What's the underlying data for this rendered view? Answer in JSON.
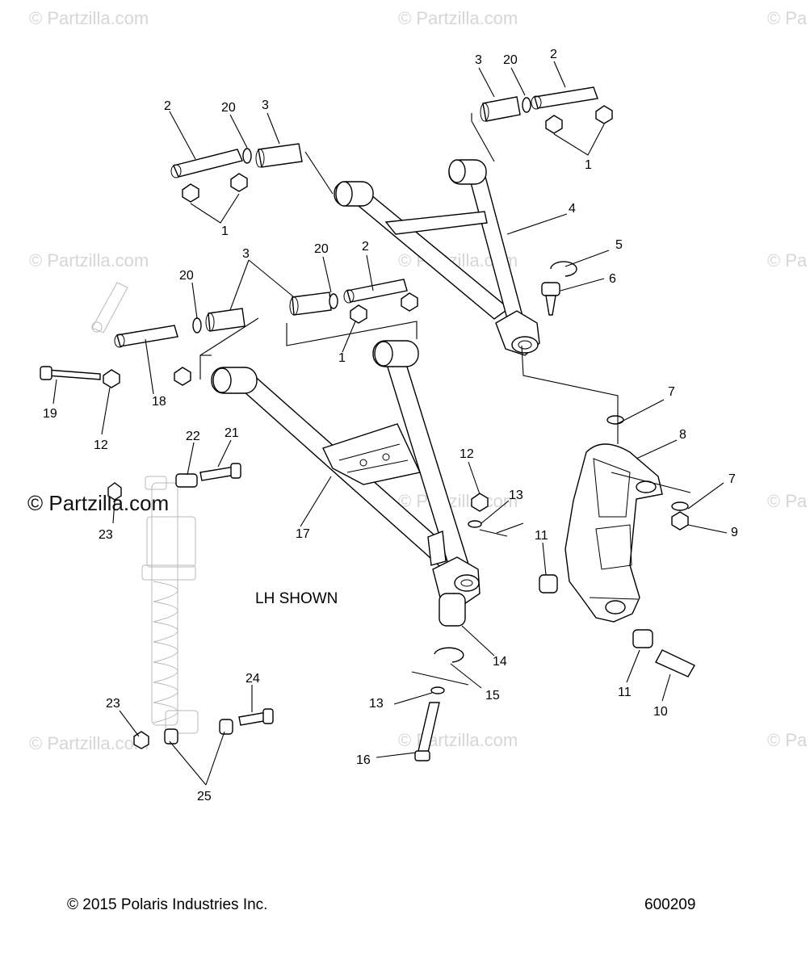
{
  "watermarks": {
    "light": "© Partzilla.com",
    "light_cut": "© Pa",
    "dark": "© Partzilla.com"
  },
  "view_label": "LH SHOWN",
  "footer": {
    "copyright": "© 2015 Polaris Industries Inc.",
    "diagram_number": "600209"
  },
  "callouts": {
    "c1a": "1",
    "c1b": "1",
    "c1c": "1",
    "c2a": "2",
    "c2b": "2",
    "c2c": "2",
    "c3a": "3",
    "c3b": "3",
    "c3c": "3",
    "c4": "4",
    "c5": "5",
    "c6": "6",
    "c7a": "7",
    "c7b": "7",
    "c8": "8",
    "c9": "9",
    "c10": "10",
    "c11a": "11",
    "c11b": "11",
    "c12a": "12",
    "c12b": "12",
    "c13a": "13",
    "c13b": "13",
    "c14": "14",
    "c15": "15",
    "c16": "16",
    "c17": "17",
    "c18": "18",
    "c19": "19",
    "c20a": "20",
    "c20b": "20",
    "c20c": "20",
    "c21": "21",
    "c22": "22",
    "c23a": "23",
    "c23b": "23",
    "c24": "24",
    "c25": "25"
  }
}
